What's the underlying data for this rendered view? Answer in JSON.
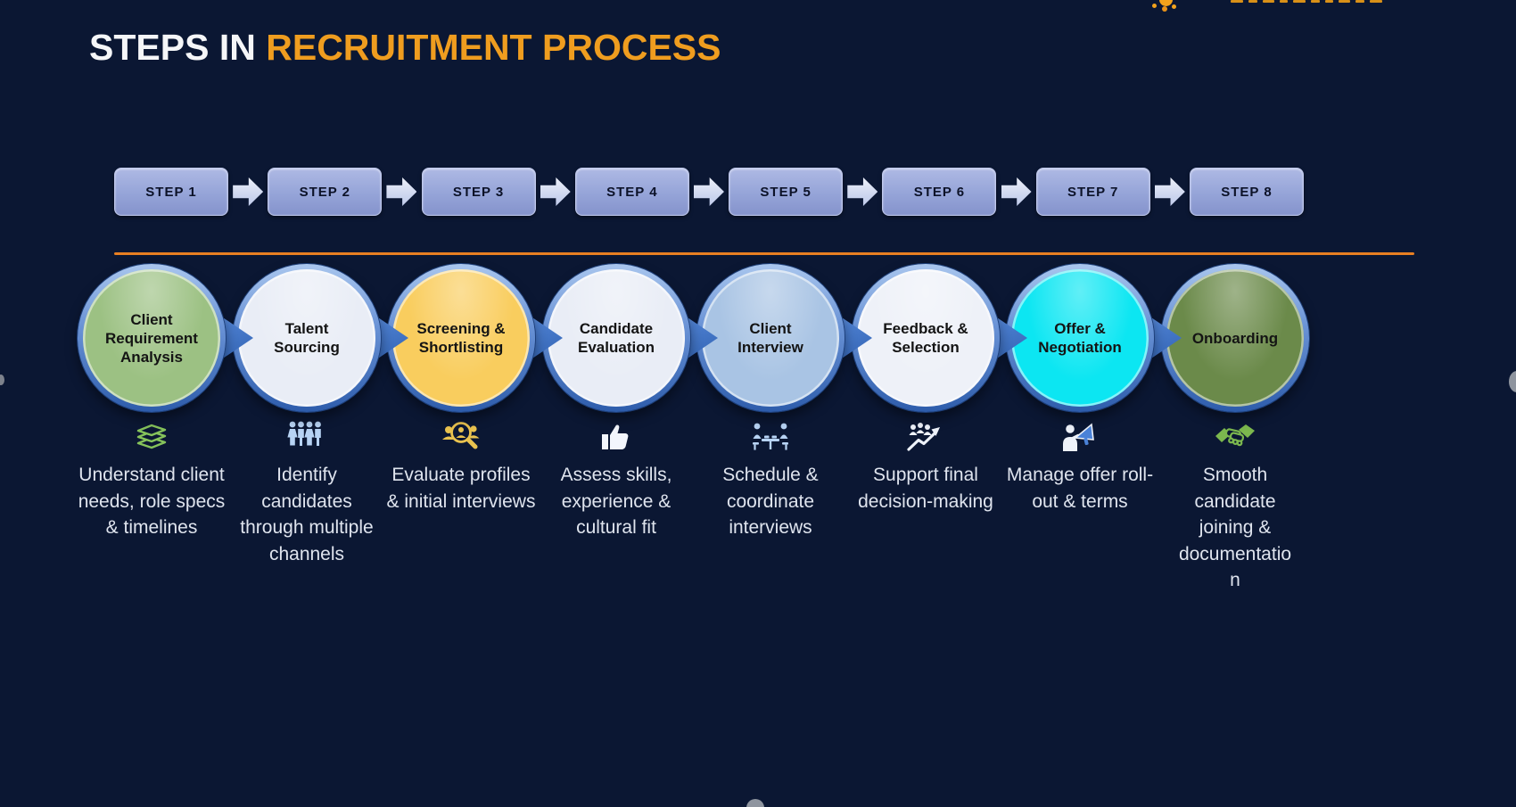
{
  "title": {
    "part1": "STEPS IN",
    "part2": "RECRUITMENT PROCESS"
  },
  "colors": {
    "background": "#0b1733",
    "title_primary": "#f5f6f8",
    "title_accent": "#ef9d1f",
    "divider": "#e87f22"
  },
  "steps": [
    {
      "step_label": "STEP 1",
      "stage": "Client Requirement Analysis",
      "description": "Understand client needs, role specs & timelines",
      "icon": "books-stack-icon",
      "circle_color": "#9cc183"
    },
    {
      "step_label": "STEP 2",
      "stage": "Talent Sourcing",
      "description": "Identify candidates through multiple channels",
      "icon": "people-group-icon",
      "circle_color": "#e9edf6"
    },
    {
      "step_label": "STEP 3",
      "stage": "Screening & Shortlisting",
      "description": "Evaluate profiles & initial interviews",
      "icon": "candidate-search-icon",
      "circle_color": "#f9cd5e"
    },
    {
      "step_label": "STEP 4",
      "stage": "Candidate Evaluation",
      "description": "Assess skills, experience & cultural fit",
      "icon": "thumbs-up-icon",
      "circle_color": "#e9edf6"
    },
    {
      "step_label": "STEP 5",
      "stage": "Client Interview",
      "description": "Schedule & coordinate interviews",
      "icon": "interview-desk-icon",
      "circle_color": "#a9c4e4"
    },
    {
      "step_label": "STEP 6",
      "stage": "Feedback & Selection",
      "description": "Support final decision-making",
      "icon": "growth-people-icon",
      "circle_color": "#eef1f8"
    },
    {
      "step_label": "STEP 7",
      "stage": "Offer & Negotiation",
      "description": "Manage offer roll-out & terms",
      "icon": "megaphone-person-icon",
      "circle_color": "#0ce6f2"
    },
    {
      "step_label": "STEP 8",
      "stage": "Onboarding",
      "description": "Smooth candidate joining & documentation",
      "icon": "handshake-icon",
      "circle_color": "#6b8a4a"
    }
  ]
}
